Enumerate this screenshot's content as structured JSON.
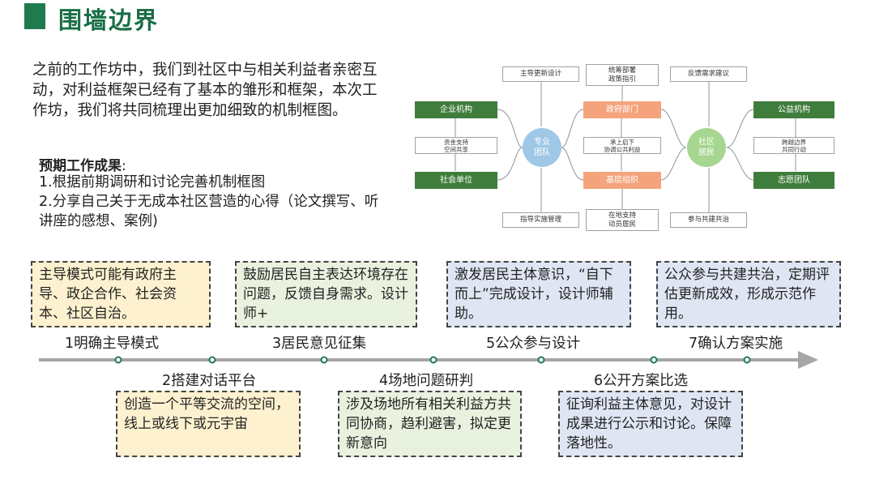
{
  "title": "围墙边界",
  "intro": "之前的工作坊中，我们到社区中与相关利益者亲密互动，对利益框架已经有了基本的雏形和框架，本次工作坊，我们将共同梳理出更加细致的机制框图。",
  "outcomes": {
    "heading": "预期工作成果",
    "colon": ":",
    "items": [
      "1.根据前期调研和讨论完善机制框图",
      "2.分享自己关于无成本社区营造的心得（论文撰写、听讲座的感想、案例)"
    ]
  },
  "diagram": {
    "top_boxes": [
      "主导更新设计",
      "统筹部署\n政策指引",
      "反馈需求建议"
    ],
    "bottom_boxes": [
      "指导实施管理",
      "在地支持\n动员居民",
      "参与共建共治"
    ],
    "left_green": [
      "企业机构",
      "社会单位"
    ],
    "left_mid": "资金支持\n空间共享",
    "right_green": [
      "公益机构",
      "志愿团队"
    ],
    "right_mid": "跨越边界\n共同行动",
    "center_orange": [
      "政府部门",
      "基层组织"
    ],
    "center_mid": "承上启下\n协调公共利益",
    "circle_left": "专业\n团队",
    "circle_right": "社区\n居民",
    "colors": {
      "green": "#3f7d3c",
      "orange": "#f4a37c",
      "circle_left": "#9fc7e6",
      "circle_right": "#a6d68f"
    }
  },
  "timeline": {
    "steps_top": [
      {
        "label": "1明确主导模式",
        "text": "主导模式可能有政府主导、政企合作、社会资本、社区自治。"
      },
      {
        "label": "3居民意见征集",
        "text": "鼓励居民自主表达环境存在问题，反馈自身需求。设计师+"
      },
      {
        "label": "5公众参与设计",
        "text": "激发居民主体意识，“自下而上”完成设计，设计师辅助。"
      },
      {
        "label": "7确认方案实施",
        "text": "公众参与共建共治，定期评估更新成效，形成示范作用。"
      }
    ],
    "steps_bottom": [
      {
        "label": "2搭建对话平台",
        "text": "创造一个平等交流的空间，线上或线下或元宇宙"
      },
      {
        "label": "4场地问题研判",
        "text": "涉及场地所有相关利益方共同协商，趋利避害，拟定更新意向"
      },
      {
        "label": "6公开方案比选",
        "text": "征询利益主体意见，对设计成果进行公示和讨论。保障落地性。"
      }
    ],
    "colors": {
      "arrow": "#a6a6a6",
      "dot": "#1f7a4d"
    }
  }
}
